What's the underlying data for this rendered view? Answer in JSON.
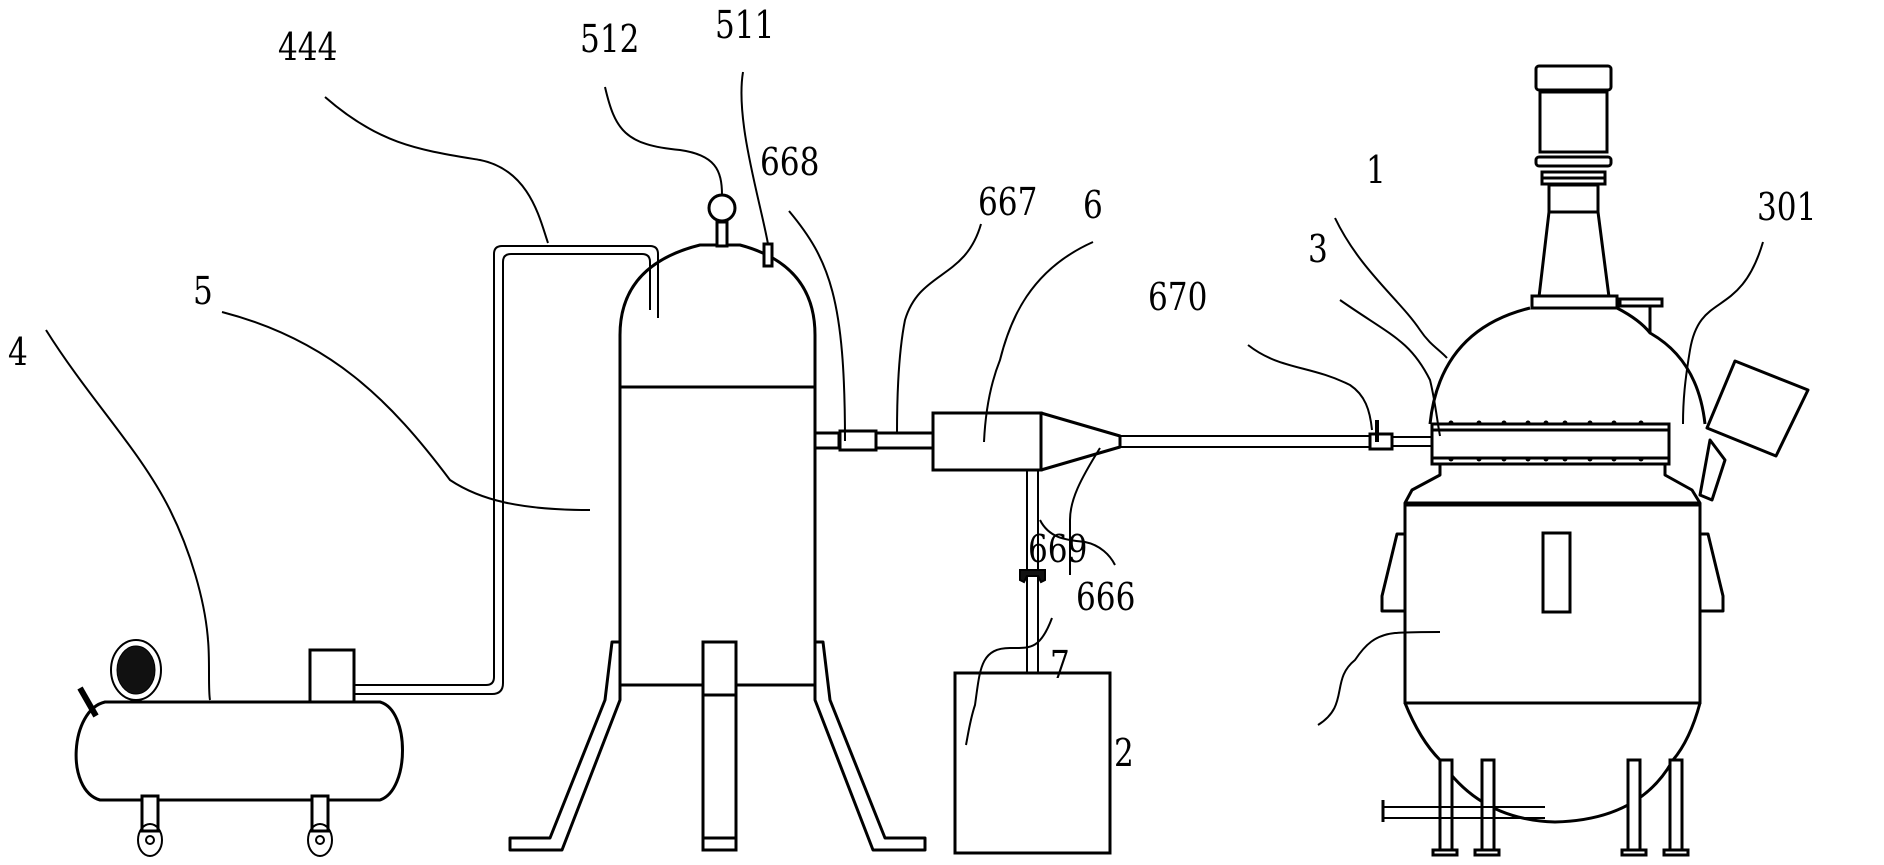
{
  "figure": {
    "type": "patent schematic",
    "labels": [
      {
        "id": "label-444",
        "text": "444",
        "refers_to": "air pipe"
      },
      {
        "id": "label-512",
        "text": "512",
        "refers_to": "pressure gauge"
      },
      {
        "id": "label-511",
        "text": "511",
        "refers_to": "top nozzle"
      },
      {
        "id": "label-668",
        "text": "668",
        "refers_to": "pipe coupling"
      },
      {
        "id": "label-667",
        "text": "667",
        "refers_to": "connecting pipe"
      },
      {
        "id": "label-6",
        "text": "6",
        "refers_to": "ejector"
      },
      {
        "id": "label-1",
        "text": "1",
        "refers_to": "reactor upper head"
      },
      {
        "id": "label-301",
        "text": "301",
        "refers_to": "side nozzle"
      },
      {
        "id": "label-3",
        "text": "3",
        "refers_to": "flange ring"
      },
      {
        "id": "label-670",
        "text": "670",
        "refers_to": "valve"
      },
      {
        "id": "label-5",
        "text": "5",
        "refers_to": "air tank"
      },
      {
        "id": "label-4",
        "text": "4",
        "refers_to": "air compressor"
      },
      {
        "id": "label-669",
        "text": "669",
        "refers_to": "drain pipe"
      },
      {
        "id": "label-666",
        "text": "666",
        "refers_to": "suction pipe"
      },
      {
        "id": "label-7",
        "text": "7",
        "refers_to": "collection tank"
      },
      {
        "id": "label-2",
        "text": "2",
        "refers_to": "reactor body"
      }
    ]
  }
}
